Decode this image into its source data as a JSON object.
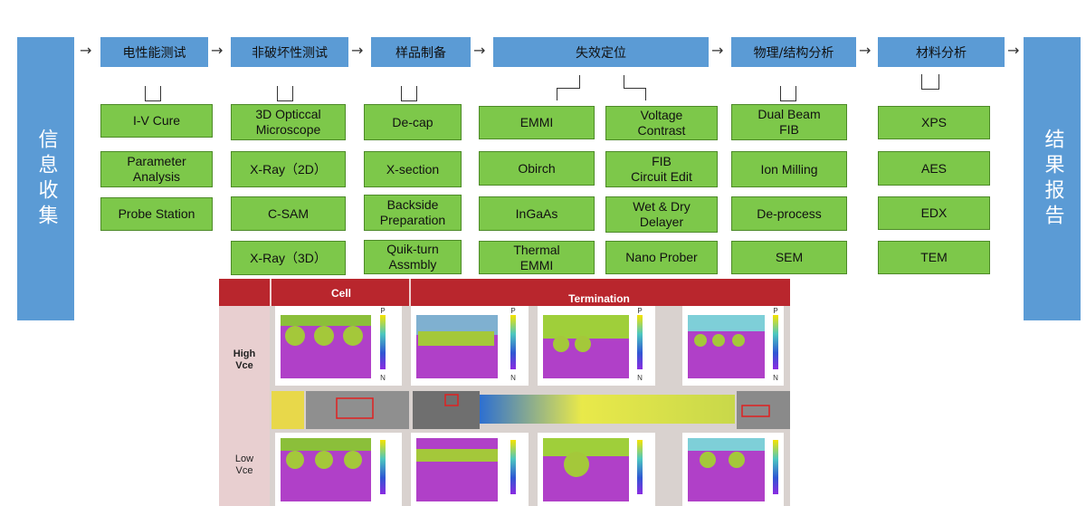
{
  "side_left": "信息收集",
  "side_right": "结果报告",
  "arrow_glyph": "→",
  "headers": [
    "电性能测试",
    "非破坏性测试",
    "样品制备",
    "失效定位",
    "物理/结构分析",
    "材料分析"
  ],
  "columns": {
    "electrical": [
      "I-V Cure",
      "Parameter\nAnalysis",
      "Probe Station"
    ],
    "nondestructive": [
      "3D Opticcal\nMicroscope",
      "X-Ray（2D）",
      "C-SAM",
      "X-Ray（3D）"
    ],
    "sample_prep": [
      "De-cap",
      "X-section",
      "Backside\nPreparation",
      "Quik-turn\nAssmbly"
    ],
    "fault_iso_left": [
      "EMMI",
      "Obirch",
      "InGaAs",
      "Thermal\nEMMI"
    ],
    "fault_iso_right": [
      "Voltage\nContrast",
      "FIB\nCircuit Edit",
      "Wet & Dry\nDelayer",
      "Nano Prober"
    ],
    "physical": [
      "Dual Beam\nFIB",
      "Ion Milling",
      "De-process",
      "SEM"
    ],
    "material": [
      "XPS",
      "AES",
      "EDX",
      "TEM"
    ]
  },
  "photo": {
    "header_cell": "Cell",
    "header_termination": "Termination",
    "row_high": [
      "High",
      "Vce"
    ],
    "row_low": [
      "Low",
      "Vce"
    ],
    "scale_p": "P",
    "scale_n": "N"
  },
  "colors": {
    "header_blue": "#5b9bd5",
    "cell_green": "#7dc84a"
  }
}
